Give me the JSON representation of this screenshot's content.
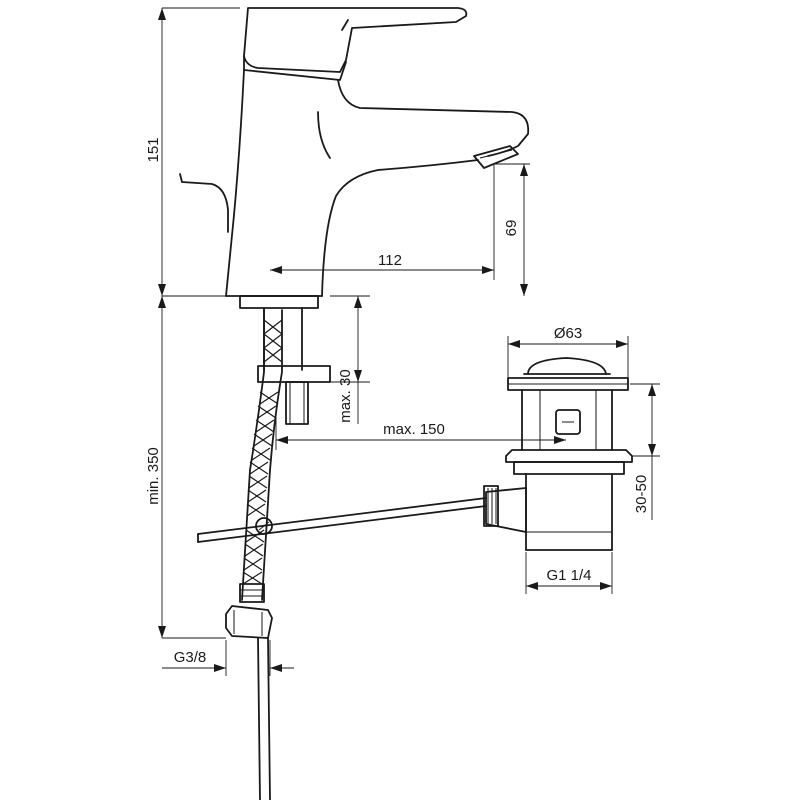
{
  "dimensions": {
    "total_height": "151",
    "spout_height": "69",
    "spout_reach": "112",
    "below_counter": "max. 30",
    "supply_length": "min. 350",
    "pull_rod_reach": "max. 150",
    "waste_diameter": "Ø63",
    "waste_thickness": "30-50",
    "waste_thread": "G1 1/4",
    "supply_thread": "G3/8"
  }
}
